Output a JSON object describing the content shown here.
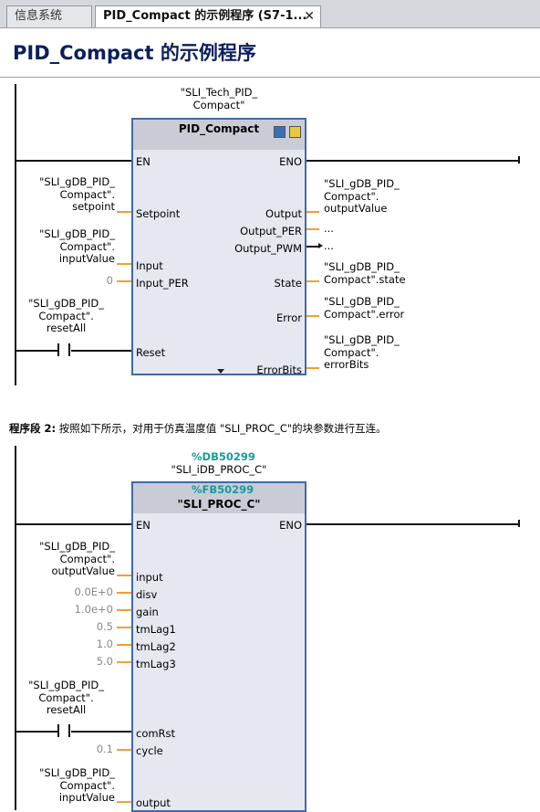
{
  "tabs": [
    {
      "label": "信息系统",
      "active": false
    },
    {
      "label": "PID_Compact 的示例程序 (S7-1...",
      "active": true
    }
  ],
  "close_glyph": "✕",
  "page_title": "PID_Compact 的示例程序",
  "network1": {
    "instance_tag": [
      "\"SLI_Tech_PID_",
      "Compact\""
    ],
    "block_name": "PID_Compact",
    "icons": [
      "cube-icon",
      "group-icon"
    ],
    "en": "EN",
    "eno": "ENO",
    "inputs": [
      {
        "pin": "Setpoint",
        "tag": [
          "\"SLI_gDB_PID_",
          "Compact\".",
          "setpoint"
        ]
      },
      {
        "pin": "Input",
        "tag": [
          "\"SLI_gDB_PID_",
          "Compact\".",
          "inputValue"
        ]
      },
      {
        "pin": "Input_PER",
        "const": "0"
      },
      {
        "pin": "Reset",
        "tag": [
          "\"SLI_gDB_PID_",
          "Compact\".",
          "resetAll"
        ]
      }
    ],
    "outputs": [
      {
        "pin": "Output",
        "tag": [
          "\"SLI_gDB_PID_",
          "Compact\".",
          "outputValue"
        ]
      },
      {
        "pin": "Output_PER",
        "tag": [
          "..."
        ]
      },
      {
        "pin": "Output_PWM",
        "tag": [
          "..."
        ]
      },
      {
        "pin": "State",
        "tag": [
          "\"SLI_gDB_PID_",
          "Compact\".state"
        ]
      },
      {
        "pin": "Error",
        "tag": [
          "\"SLI_gDB_PID_",
          "Compact\".error"
        ]
      },
      {
        "pin": "ErrorBits",
        "tag": [
          "\"SLI_gDB_PID_",
          "Compact\".",
          "errorBits"
        ]
      }
    ]
  },
  "segment2": {
    "label": "程序段 2:",
    "text": "按照如下所示，对用于仿真温度值 \"SLI_PROC_C\"的块参数进行互连。"
  },
  "network2": {
    "db_ref": "%DB50299",
    "instance_tag": "\"SLI_iDB_PROC_C\"",
    "fb_ref": "%FB50299",
    "block_name": "\"SLI_PROC_C\"",
    "en": "EN",
    "eno": "ENO",
    "inputs": [
      {
        "pin": "input",
        "tag": [
          "\"SLI_gDB_PID_",
          "Compact\".",
          "outputValue"
        ]
      },
      {
        "pin": "disv",
        "const": "0.0E+0"
      },
      {
        "pin": "gain",
        "const": "1.0e+0"
      },
      {
        "pin": "tmLag1",
        "const": "0.5"
      },
      {
        "pin": "tmLag2",
        "const": "1.0"
      },
      {
        "pin": "tmLag3",
        "const": "5.0"
      },
      {
        "pin": "comRst",
        "tag": [
          "\"SLI_gDB_PID_",
          "Compact\".",
          "resetAll"
        ]
      },
      {
        "pin": "cycle",
        "const": "0.1"
      },
      {
        "pin": "output",
        "tag": [
          "\"SLI_gDB_PID_",
          "Compact\".",
          "inputValue"
        ]
      }
    ]
  },
  "colors": {
    "block_border": "#4169a8",
    "pin_wire": "#f0a030",
    "db_ref": "#1a9a9a",
    "title": "#0b1f5c"
  }
}
